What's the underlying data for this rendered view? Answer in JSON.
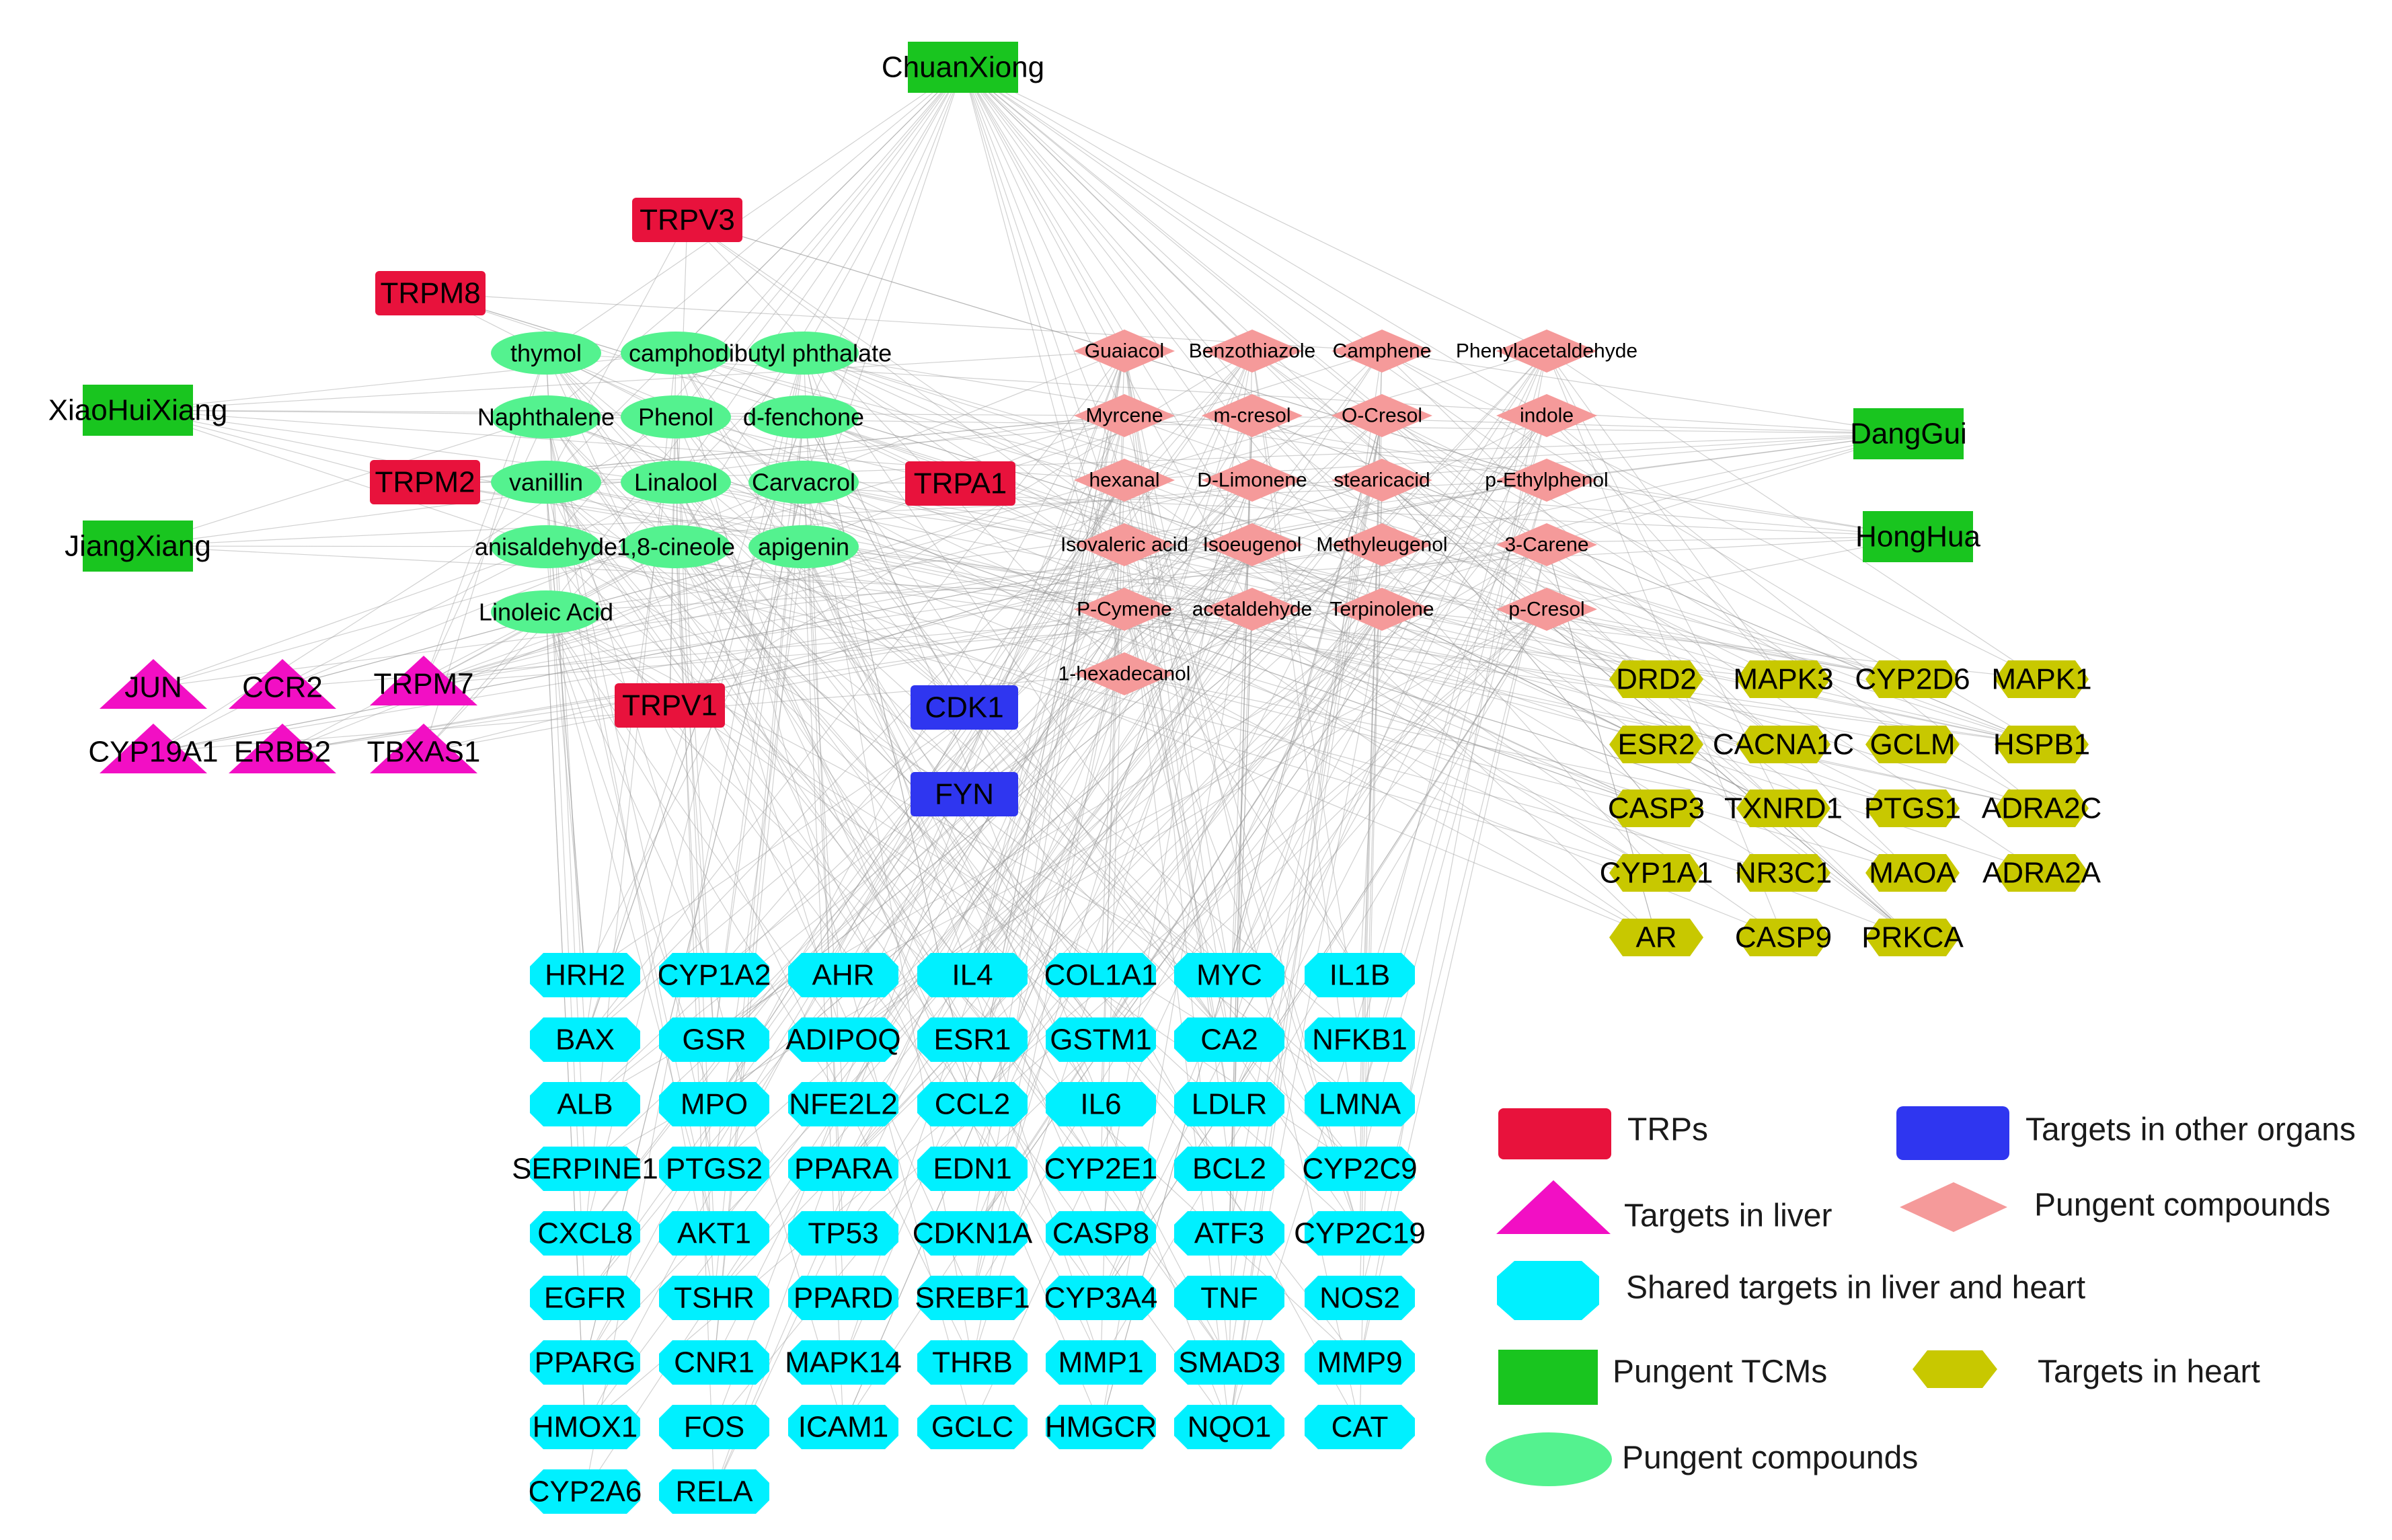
{
  "colors": {
    "trp": "#e8123c",
    "liver": "#f20fc4",
    "shared": "#00f0ff",
    "tcm": "#19c51f",
    "compound": "#54f28f",
    "other": "#2f36f0",
    "pungent_diamond": "#f59a9a",
    "heart": "#c8c800",
    "edge": "#9a9a9a"
  },
  "tcm_nodes": [
    "ChuanXiong",
    "XiaoHuiXiang",
    "JiangXiang",
    "DangGui",
    "HongHua"
  ],
  "trp_nodes": [
    "TRPV3",
    "TRPM8",
    "TRPM2",
    "TRPA1",
    "TRPV1"
  ],
  "compound_ellipses": [
    "thymol",
    "camphor",
    "dibutyl phthalate",
    "Naphthalene",
    "Phenol",
    "d-fenchone",
    "vanillin",
    "Linalool",
    "Carvacrol",
    "anisaldehyde",
    "1,8-cineole",
    "apigenin",
    "Linoleic Acid"
  ],
  "compound_diamonds": [
    "Guaiacol",
    "Benzothiazole",
    "Camphene",
    "Phenylacetaldehyde",
    "Myrcene",
    "m-cresol",
    "O-Cresol",
    "indole",
    "hexanal",
    "D-Limonene",
    "stearicacid",
    "p-Ethylphenol",
    "Isovaleric acid",
    "Isoeugenol",
    "Methyleugenol",
    "3-Carene",
    "P-Cymene",
    "acetaldehyde",
    "Terpinolene",
    "p-Cresol",
    "1-hexadecanol"
  ],
  "liver_nodes": [
    "JUN",
    "CCR2",
    "TRPM7",
    "CYP19A1",
    "ERBB2",
    "TBXAS1"
  ],
  "other_nodes": [
    "CDK1",
    "FYN"
  ],
  "heart_nodes": [
    "DRD2",
    "MAPK3",
    "CYP2D6",
    "MAPK1",
    "ESR2",
    "CACNA1C",
    "GCLM",
    "HSPB1",
    "CASP3",
    "TXNRD1",
    "PTGS1",
    "ADRA2C",
    "CYP1A1",
    "NR3C1",
    "MAOA",
    "ADRA2A",
    "AR",
    "CASP9",
    "PRKCA"
  ],
  "shared_nodes": [
    "HRH2",
    "CYP1A2",
    "AHR",
    "IL4",
    "COL1A1",
    "MYC",
    "IL1B",
    "BAX",
    "GSR",
    "ADIPOQ",
    "ESR1",
    "GSTM1",
    "CA2",
    "NFKB1",
    "ALB",
    "MPO",
    "NFE2L2",
    "CCL2",
    "IL6",
    "LDLR",
    "LMNA",
    "SERPINE1",
    "PTGS2",
    "PPARA",
    "EDN1",
    "CYP2E1",
    "BCL2",
    "CYP2C9",
    "CXCL8",
    "AKT1",
    "TP53",
    "CDKN1A",
    "CASP8",
    "ATF3",
    "CYP2C19",
    "EGFR",
    "TSHR",
    "PPARD",
    "SREBF1",
    "CYP3A4",
    "TNF",
    "NOS2",
    "PPARG",
    "CNR1",
    "MAPK14",
    "THRB",
    "MMP1",
    "SMAD3",
    "MMP9",
    "HMOX1",
    "FOS",
    "ICAM1",
    "GCLC",
    "HMGCR",
    "NQO1",
    "CAT",
    "CYP2A6",
    "RELA"
  ],
  "legend": {
    "trps": "TRPs",
    "other_organs": "Targets in other organs",
    "liver": "Targets in liver",
    "pungent_diamond": "Pungent compounds",
    "shared": "Shared targets in liver and heart",
    "tcms": "Pungent TCMs",
    "heart": "Targets in heart",
    "pungent_ellipse": "Pungent compounds"
  }
}
